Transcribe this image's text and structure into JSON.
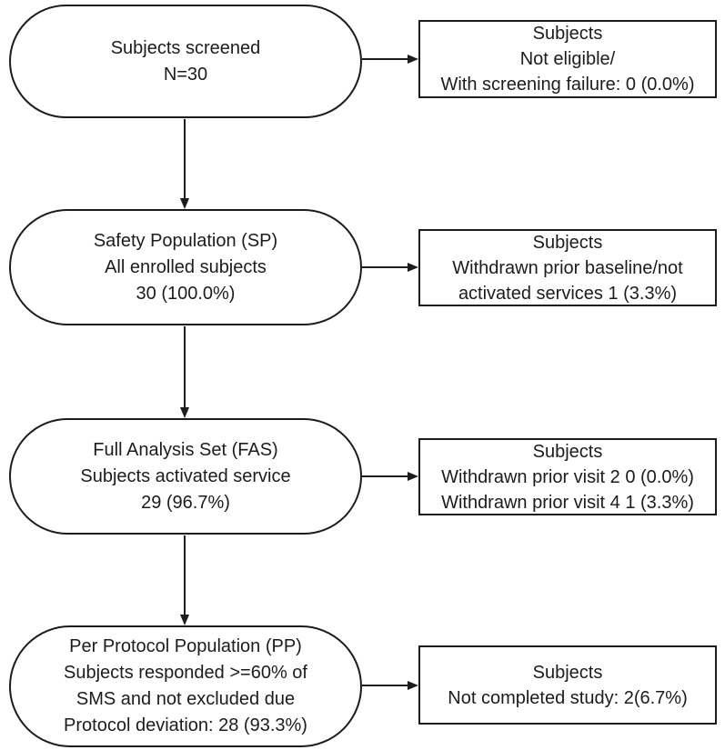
{
  "diagram": {
    "type": "flowchart",
    "background_color": "#ffffff",
    "stroke_color": "#1c1c1c",
    "text_color": "#1c1c1c",
    "main_flow": [
      {
        "id": "subjects-screened",
        "shape": "stadium",
        "lines": [
          "Subjects screened",
          "N=30"
        ]
      },
      {
        "id": "safety-population",
        "shape": "stadium",
        "lines": [
          "Safety Population (SP)",
          "All enrolled subjects",
          "30 (100.0%)"
        ]
      },
      {
        "id": "full-analysis-set",
        "shape": "stadium",
        "lines": [
          "Full Analysis Set (FAS)",
          "Subjects activated service",
          "29 (96.7%)"
        ]
      },
      {
        "id": "per-protocol-population",
        "shape": "stadium",
        "lines": [
          "Per Protocol Population (PP)",
          "Subjects responded >=60% of",
          "SMS and not excluded due",
          "Protocol deviation: 28 (93.3%)"
        ]
      }
    ],
    "exclusion_boxes": [
      {
        "id": "screening-failure",
        "shape": "rect",
        "lines": [
          "Subjects",
          "Not eligible/",
          "With screening failure: 0 (0.0%)"
        ]
      },
      {
        "id": "withdrawn-prior-baseline",
        "shape": "rect",
        "lines": [
          "Subjects",
          "Withdrawn prior baseline/not",
          "activated services 1 (3.3%)"
        ]
      },
      {
        "id": "withdrawn-prior-visits",
        "shape": "rect",
        "lines": [
          "Subjects",
          "Withdrawn prior visit 2 0 (0.0%)",
          "Withdrawn prior visit 4 1 (3.3%)"
        ]
      },
      {
        "id": "not-completed-study",
        "shape": "rect",
        "lines": [
          "Subjects",
          "Not completed study: 2(6.7%)"
        ]
      }
    ],
    "edges": [
      {
        "from": "subjects-screened",
        "to": "safety-population",
        "direction": "down"
      },
      {
        "from": "safety-population",
        "to": "full-analysis-set",
        "direction": "down"
      },
      {
        "from": "full-analysis-set",
        "to": "per-protocol-population",
        "direction": "down"
      },
      {
        "from": "subjects-screened",
        "to": "screening-failure",
        "direction": "right"
      },
      {
        "from": "safety-population",
        "to": "withdrawn-prior-baseline",
        "direction": "right"
      },
      {
        "from": "full-analysis-set",
        "to": "withdrawn-prior-visits",
        "direction": "right"
      },
      {
        "from": "per-protocol-population",
        "to": "not-completed-study",
        "direction": "right"
      }
    ]
  }
}
